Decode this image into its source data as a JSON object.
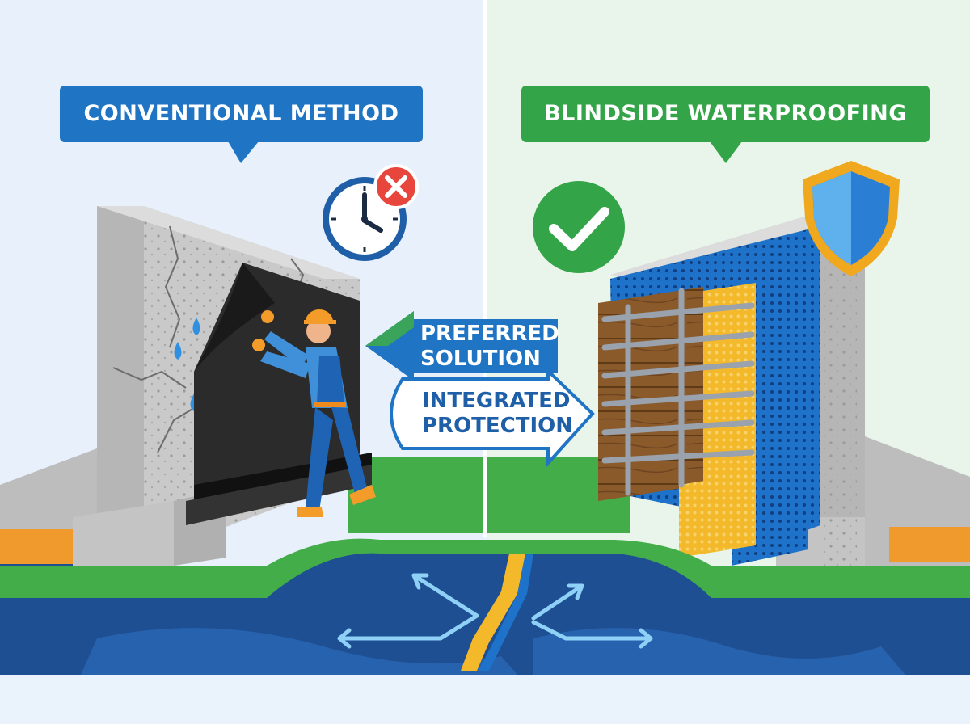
{
  "left_panel": {
    "title": "CONVENTIONAL METHOD",
    "badge_icon": "clock-icon",
    "status_icon": "x-mark-icon",
    "colors": {
      "title_bg": "#1f74c4",
      "status": "#e8453c",
      "background": "#e8f1fb"
    }
  },
  "right_panel": {
    "title": "BLINDSIDE WATERPROOFING",
    "badge_icon": "shield-icon",
    "status_icon": "checkmark-icon",
    "colors": {
      "title_bg": "#33a447",
      "status": "#33a447",
      "background": "#e9f5ea"
    }
  },
  "arrows": {
    "preferred": {
      "text": "PREFERRED\nSOLUTION",
      "icon": "arrow-left-icon"
    },
    "integrated": {
      "text": "INTEGRATED\nPROTECTION",
      "icon": "arrow-right-icon"
    }
  },
  "colors": {
    "ground": "#43ad4a",
    "water": "#1f4f93",
    "membrane_black": "#2b2b2b",
    "membrane_blue": "#1e72c9",
    "membrane_yellow": "#f4b82b",
    "concrete": "#c9c9c9"
  }
}
